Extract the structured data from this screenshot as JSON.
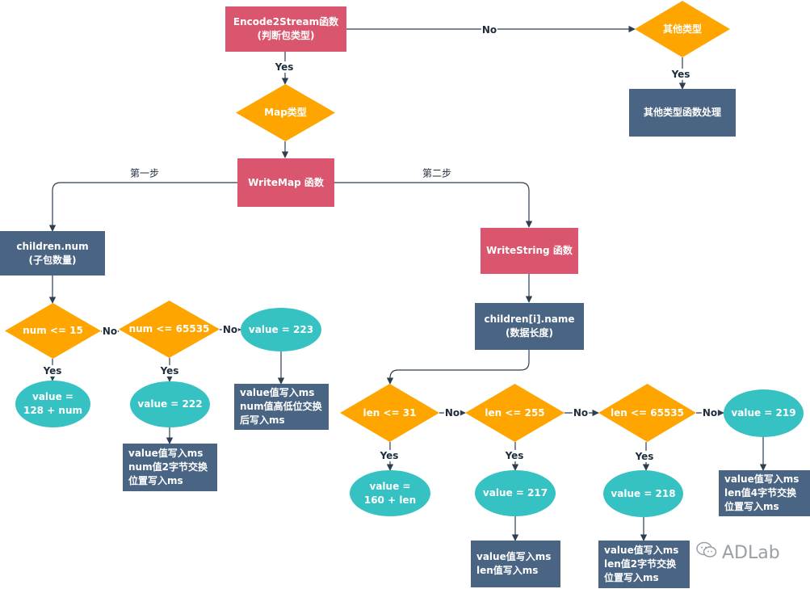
{
  "nodes": {
    "encode2stream": {
      "line1": "Encode2Stream函数",
      "line2": "(判断包类型)"
    },
    "other_type": {
      "label": "其他类型"
    },
    "other_handler": {
      "label": "其他类型函数处理"
    },
    "map_type": {
      "label": "Map类型"
    },
    "writemap": {
      "label": "WriteMap 函数"
    },
    "children_num": {
      "line1": "children.num",
      "line2": "(子包数量)"
    },
    "writestring": {
      "label": "WriteString 函数"
    },
    "children_name": {
      "line1": "children[i].name",
      "line2": "(数据长度)"
    },
    "num_le_15": {
      "label": "num <= 15"
    },
    "num_le_65535": {
      "label": "num <= 65535"
    },
    "value_223": {
      "label": "value = 223"
    },
    "value_128_num": {
      "line1": "value =",
      "line2": "128 + num"
    },
    "value_222": {
      "label": "value = 222"
    },
    "box_223": {
      "line1": "value值写入ms",
      "line2": "num值高低位交换",
      "line3": "后写入ms"
    },
    "box_222": {
      "line1": "value值写入ms",
      "line2": "num值2字节交换",
      "line3": "位置写入ms"
    },
    "len_le_31": {
      "label": "len <= 31"
    },
    "len_le_255": {
      "label": "len <= 255"
    },
    "len_le_65535": {
      "label": "len <= 65535"
    },
    "value_219": {
      "label": "value = 219"
    },
    "value_160_len": {
      "line1": "value =",
      "line2": "160 + len"
    },
    "value_217": {
      "label": "value = 217"
    },
    "value_218": {
      "label": "value = 218"
    },
    "box_219": {
      "line1": "value值写入ms",
      "line2": "len值4字节交换",
      "line3": "位置写入ms"
    },
    "box_217": {
      "line1": "value值写入ms",
      "line2": "len值写入ms"
    },
    "box_218": {
      "line1": "value值写入ms",
      "line2": "len值2字节交换",
      "line3": "位置写入ms"
    }
  },
  "edge_labels": {
    "no": "No",
    "yes": "Yes",
    "step1": "第一步",
    "step2": "第二步"
  },
  "watermark": {
    "icon": "wechat-bubble-icon",
    "text": "ADLab"
  },
  "colors": {
    "process_red": "#d9566e",
    "process_blue": "#4a6583",
    "decision": "#ffa500",
    "terminal": "#36c2c2",
    "edge": "#2f3e50"
  }
}
